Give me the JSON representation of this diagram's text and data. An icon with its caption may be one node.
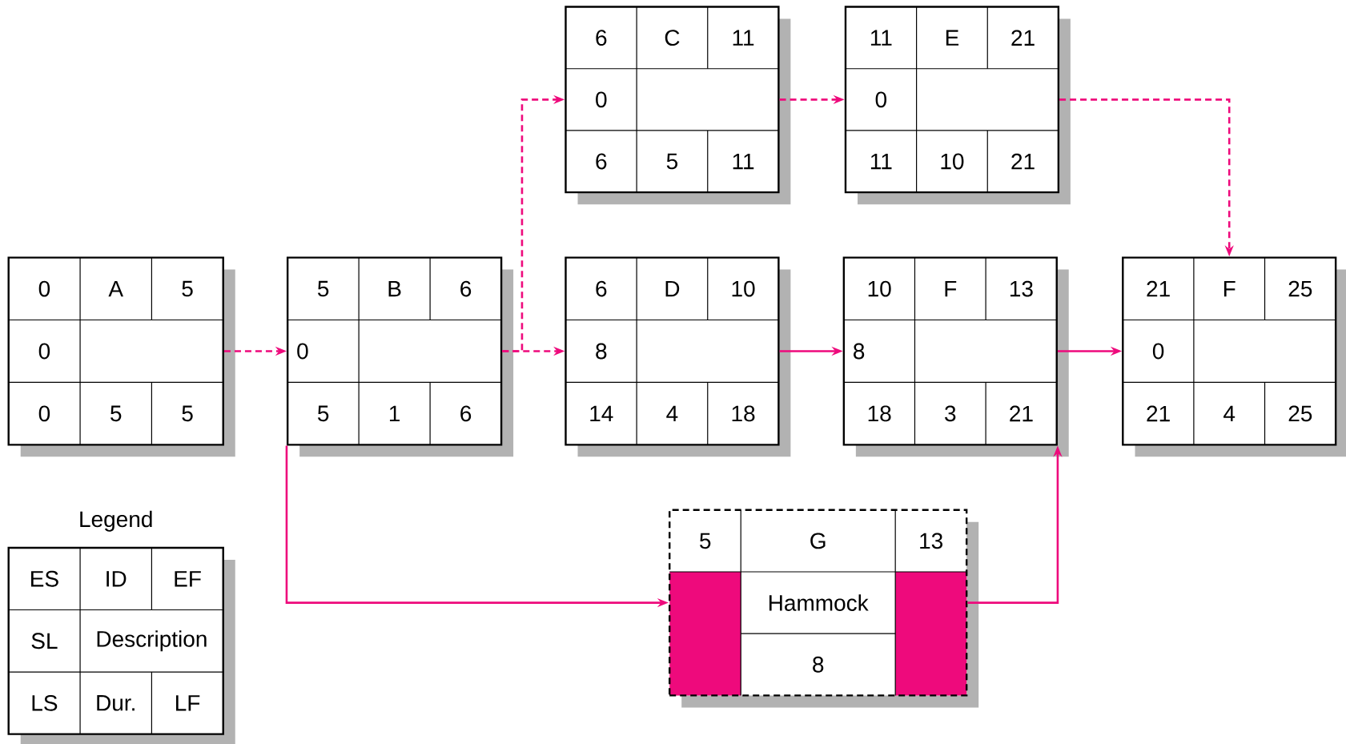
{
  "diagram": {
    "nodes": [
      {
        "text": [
          "6",
          "C",
          "11",
          "0",
          "6",
          "5",
          "11"
        ]
      },
      {
        "text": [
          "11",
          "E",
          "21",
          "0",
          "11",
          "10",
          "21"
        ]
      },
      {
        "text": [
          "0",
          "A",
          "5",
          "0",
          "0",
          "5",
          "5"
        ]
      },
      {
        "text": [
          "5",
          "B",
          "6",
          "0",
          "5",
          "1",
          "6"
        ]
      },
      {
        "text": [
          "6",
          "D",
          "10",
          "8",
          "14",
          "4",
          "18"
        ]
      },
      {
        "text": [
          "10",
          "F",
          "13",
          "8",
          "18",
          "3",
          "21"
        ]
      },
      {
        "text": [
          "21",
          "F",
          "25",
          "0",
          "21",
          "4",
          "25"
        ]
      },
      {
        "text": [
          "Legend",
          "ES",
          "ID",
          "EF",
          "SL",
          "Description",
          "LS",
          "Dur.",
          "LF"
        ]
      },
      {
        "text": [
          "5",
          "G",
          "13",
          "Hammock",
          "8"
        ]
      }
    ],
    "edges": [
      {
        "from": 2,
        "to": 3,
        "arrow": "to",
        "style": "dashed"
      },
      {
        "from": 3,
        "to": 0,
        "arrow": "to",
        "style": "dashed"
      },
      {
        "from": 3,
        "to": 4,
        "arrow": "to",
        "style": "dashed"
      },
      {
        "from": 0,
        "to": 1,
        "arrow": "to",
        "style": "dashed"
      },
      {
        "from": 1,
        "to": 6,
        "arrow": "to",
        "style": "dashed"
      },
      {
        "from": 4,
        "to": 5,
        "arrow": "to"
      },
      {
        "from": 5,
        "to": 6,
        "arrow": "to"
      },
      {
        "from": 3,
        "to": 8,
        "arrow": "to"
      },
      {
        "from": 8,
        "to": 5,
        "arrow": "to"
      }
    ]
  }
}
